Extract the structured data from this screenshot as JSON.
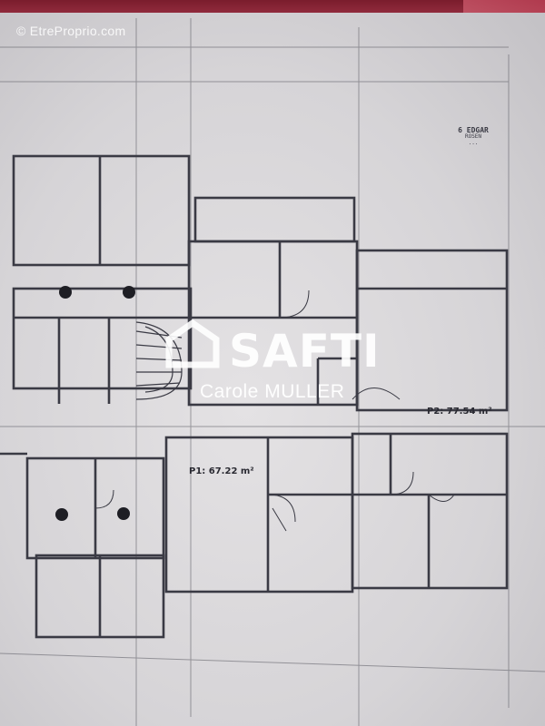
{
  "image": {
    "subject": "photo-of-floor-plan",
    "watermark_top": "© EtreProprio.com",
    "agency": {
      "logo_text": "SAFTI",
      "agent_name": "Carole MULLER"
    },
    "areas": {
      "lot_1": "P1: 67.22 m²",
      "lot_2": "P2: 77.54 m²"
    },
    "title_block": [
      "6 EDGAR",
      "ROSEN",
      "..."
    ]
  }
}
